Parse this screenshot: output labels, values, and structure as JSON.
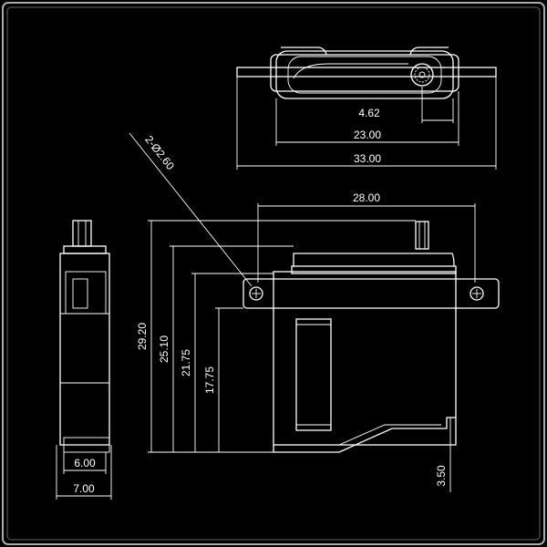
{
  "drawing": {
    "top_view": {
      "dim_inner": "4.62",
      "dim_body": "23.00",
      "dim_total": "33.00"
    },
    "front_view": {
      "dim_mount_spacing": "28.00",
      "hole_callout": "2-Ø2.60",
      "dim_height_total": "29.20",
      "dim_height_2": "25.10",
      "dim_height_3": "21.75",
      "dim_height_4": "17.75",
      "dim_offset": "3.50"
    },
    "side_view": {
      "dim_inner_width": "6.00",
      "dim_width": "7.00"
    }
  }
}
